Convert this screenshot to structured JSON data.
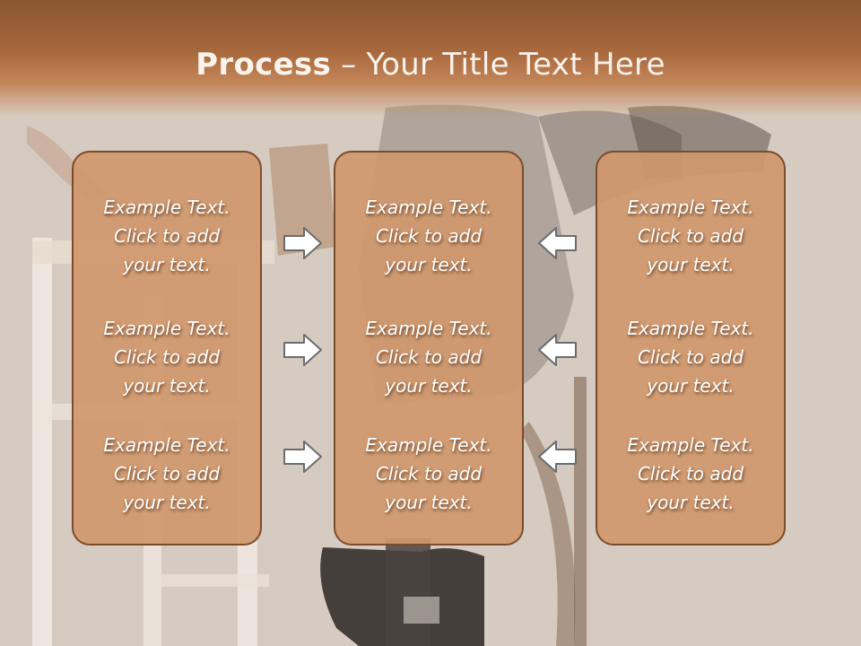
{
  "slide": {
    "title_bold": "Process",
    "title_rest": " – Your Title Text Here",
    "colors": {
      "band": "#a8693d",
      "box_fill": "#d0986c",
      "box_border": "#7b4c2c",
      "text": "#ffffff"
    }
  },
  "columns": [
    {
      "items": [
        "Example Text.\nClick  to add\nyour text.",
        "Example Text.\nClick  to add\nyour text.",
        "Example Text.\nClick  to add\nyour text."
      ]
    },
    {
      "items": [
        "Example Text.\nClick  to add\nyour text.",
        "Example Text.\nClick  to add\nyour text.",
        "Example Text.\nClick  to add\nyour text."
      ]
    },
    {
      "items": [
        "Example Text.\nClick  to add\nyour text.",
        "Example Text.\nClick  to add\nyour text.",
        "Example Text.\nClick  to add\nyour text."
      ]
    }
  ],
  "arrows": {
    "left_group": "arrow-right-icon",
    "right_group": "arrow-left-icon"
  }
}
